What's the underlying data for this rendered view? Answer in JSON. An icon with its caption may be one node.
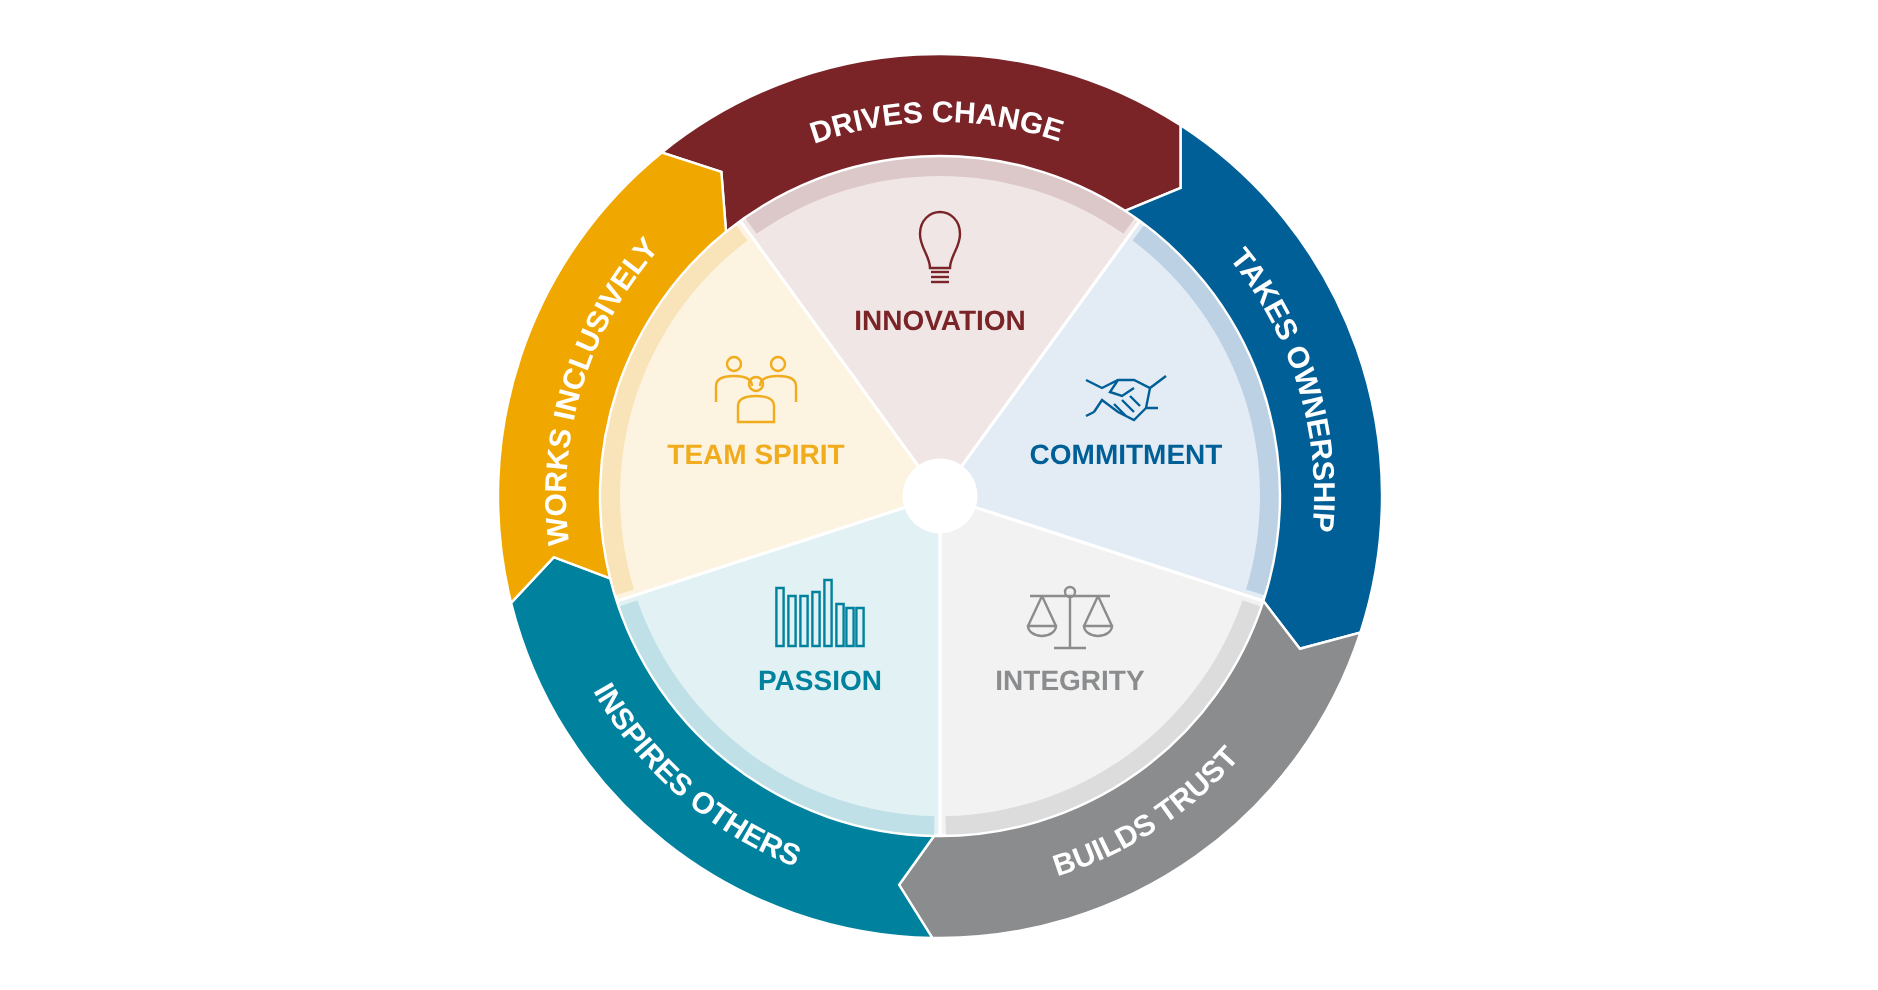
{
  "diagram": {
    "nodes": [
      {
        "text": [
          "DRIVES CHANGE"
        ]
      },
      {
        "text": [
          "TAKES OWNERSHIP"
        ]
      },
      {
        "text": [
          "BUILDS TRUST"
        ]
      },
      {
        "text": [
          "INSPIRES OTHERS"
        ]
      },
      {
        "text": [
          "WORKS INCLUSIVELY"
        ]
      },
      {
        "text": [
          "INNOVATION"
        ]
      },
      {
        "text": [
          "COMMITMENT"
        ]
      },
      {
        "text": [
          "INTEGRITY"
        ]
      },
      {
        "text": [
          "PASSION"
        ]
      },
      {
        "text": [
          "TEAM SPIRIT"
        ]
      }
    ]
  }
}
